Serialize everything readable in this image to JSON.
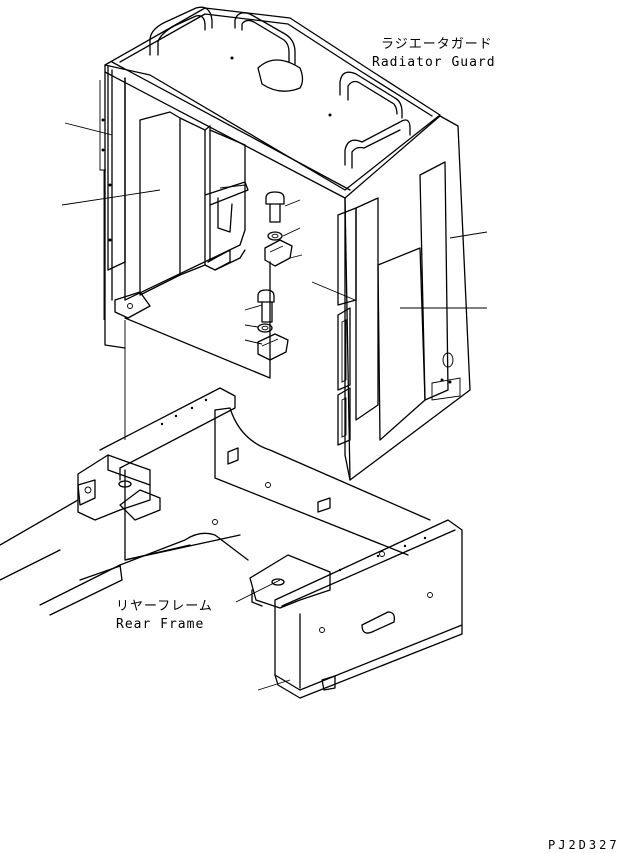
{
  "labels": {
    "radiator_guard_jp": "ラジエータガード",
    "radiator_guard_en": "Radiator Guard",
    "rear_frame_jp": "リヤーフレーム",
    "rear_frame_en": "Rear Frame",
    "drawing_code": "PJ2D327"
  },
  "parts": [
    {
      "name": "radiator-guard-assembly"
    },
    {
      "name": "side-cover-left"
    },
    {
      "name": "side-plate-left"
    },
    {
      "name": "bolt"
    },
    {
      "name": "washer"
    },
    {
      "name": "spacer-block"
    },
    {
      "name": "side-plate-right"
    },
    {
      "name": "side-cover-right"
    },
    {
      "name": "rear-frame"
    }
  ]
}
